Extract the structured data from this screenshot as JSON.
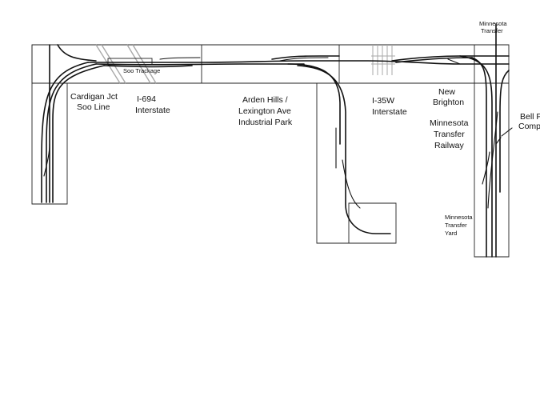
{
  "labels": {
    "minnesota_transfer_top_1": "Minnesota",
    "minnesota_transfer_top_2": "Transfer",
    "soo_trackage": "Soo Trackage",
    "cardigan_1": "Cardigan Jct",
    "cardigan_2": "Soo Line",
    "i694_1": "I-694",
    "i694_2": "Interstate",
    "arden_1": "Arden Hills /",
    "arden_2": "Lexington Ave",
    "arden_3": "Industrial Park",
    "i35w_1": "I-35W",
    "i35w_2": "Interstate",
    "new_brighton_1": "New",
    "new_brighton_2": "Brighton",
    "mtr_1": "Minnesota",
    "mtr_2": "Transfer",
    "mtr_3": "Railway",
    "bell_1": "Bell P",
    "bell_2": "Compa",
    "yard_1": "Minnesota",
    "yard_2": "Transfer",
    "yard_3": "Yard"
  }
}
